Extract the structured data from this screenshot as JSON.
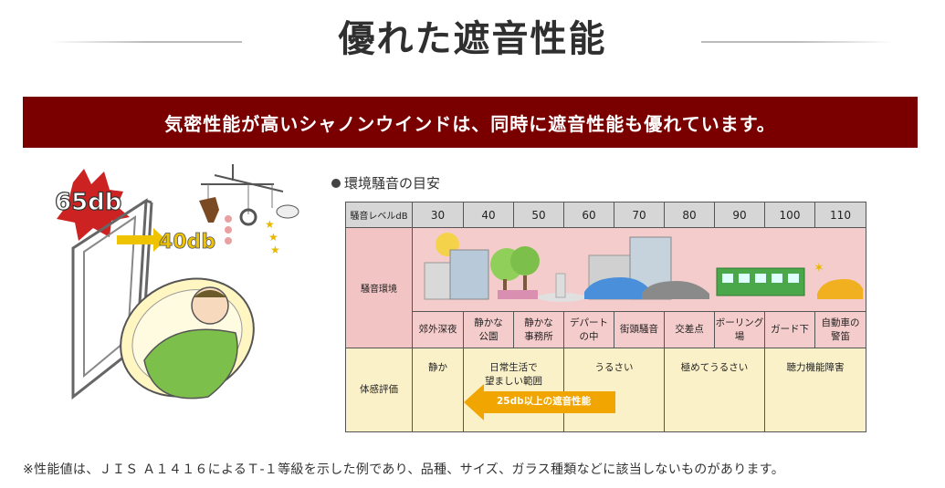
{
  "header": {
    "title": "優れた遮音性能"
  },
  "banner": {
    "text": "気密性能が高いシャノンウインドは、同時に遮音性能も優れています。"
  },
  "illustration": {
    "outside_level": "65db",
    "inside_level": "40db",
    "icons": [
      "window-frame-icon",
      "baby-in-cradle-icon",
      "mobile-toy-icon",
      "noise-burst-icon"
    ]
  },
  "chart": {
    "caption": "環境騒音の目安",
    "level_header": "騒音レベルdB",
    "levels": [
      "30",
      "40",
      "50",
      "60",
      "70",
      "80",
      "90",
      "100",
      "110"
    ],
    "env_label": "騒音環境",
    "environments": [
      "郊外深夜",
      "静かな\n公園",
      "静かな\n事務所",
      "デパート\nの中",
      "街頭騒音",
      "交差点",
      "ボーリング\n場",
      "ガード下",
      "自動車の\n警笛"
    ],
    "eval_label": "体感評価",
    "evaluations": [
      "静か",
      "日常生活で\n望ましい範囲",
      "うるさい",
      "極めてうるさい",
      "聴力機能障害"
    ],
    "arrow_label": "25db以上の遮音性能",
    "colors": {
      "header": "#d6d6d6",
      "environment": "#f5cccc",
      "evaluation": "#fbf1c9",
      "arrow": "#f0a500"
    }
  },
  "footnote": {
    "text": "※性能値は、ＪＩＳ Ａ１４１６によるＴ-１等級を示した例であり、品種、サイズ、ガラス種類などに該当しないものがあります。"
  }
}
